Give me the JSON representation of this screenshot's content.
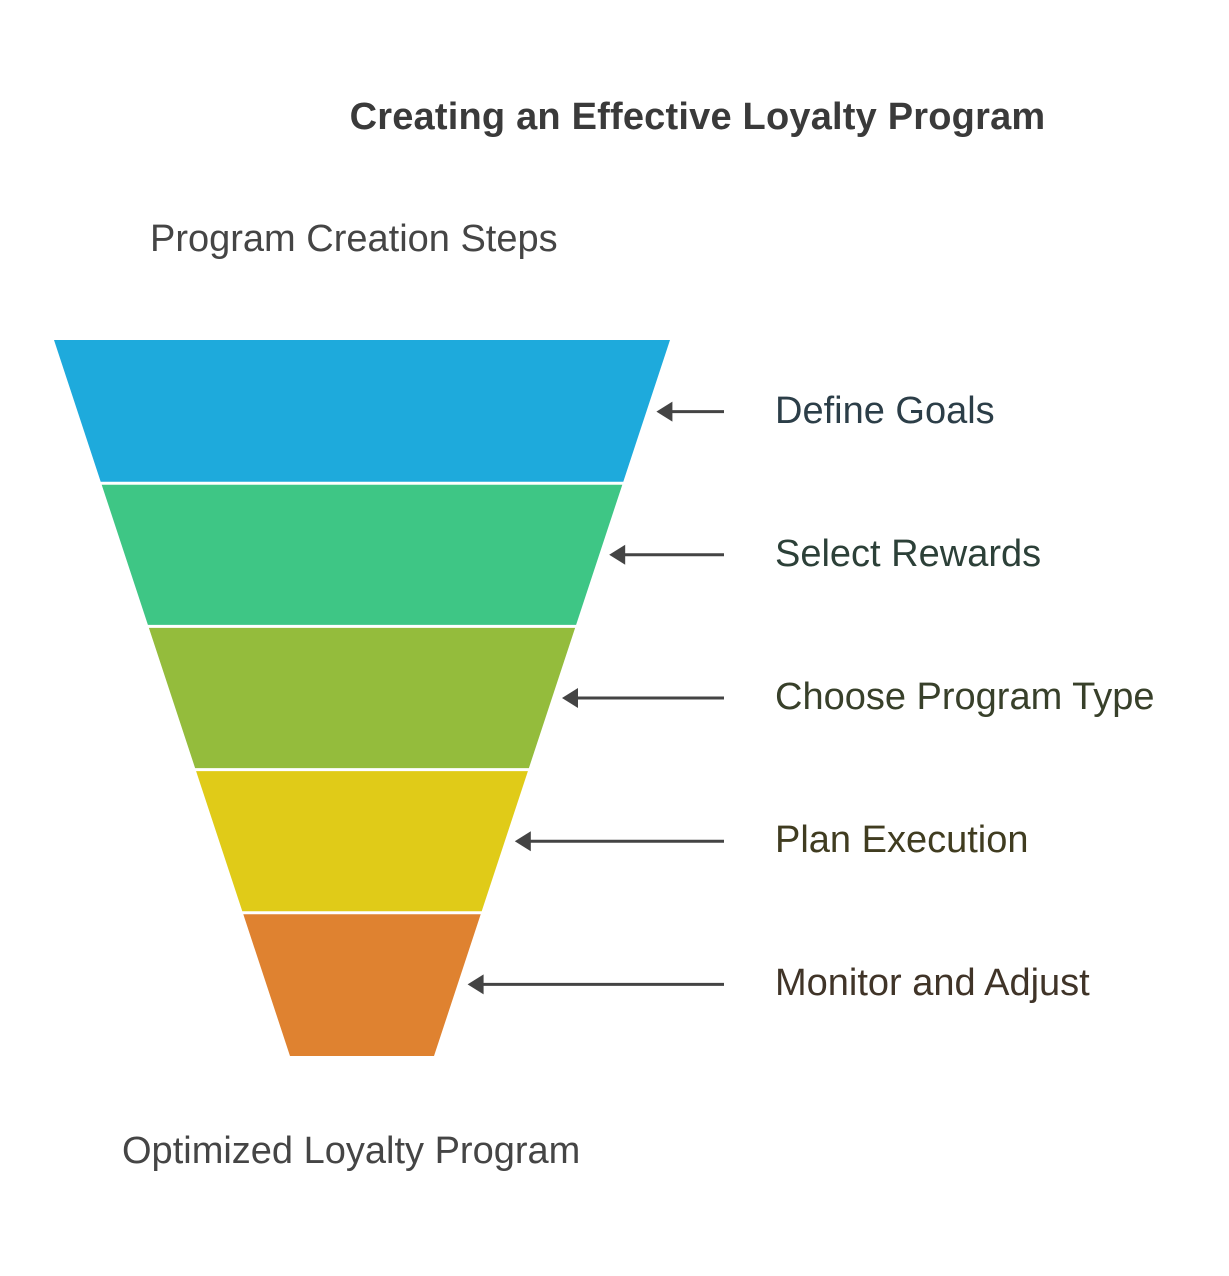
{
  "title": "Creating an Effective Loyalty Program",
  "top_label": "Program Creation Steps",
  "bottom_label": "Optimized Loyalty Program",
  "stages": [
    {
      "label": "Define Goals",
      "color": "#1eaadc",
      "text_color": "#2c3e48"
    },
    {
      "label": "Select Rewards",
      "color": "#3ec685",
      "text_color": "#2c4038"
    },
    {
      "label": "Choose Program Type",
      "color": "#94bc3c",
      "text_color": "#38402a"
    },
    {
      "label": "Plan Execution",
      "color": "#e0cb18",
      "text_color": "#403c20"
    },
    {
      "label": "Monitor and Adjust",
      "color": "#df8230",
      "text_color": "#403428"
    }
  ],
  "arrow_color": "#444444"
}
